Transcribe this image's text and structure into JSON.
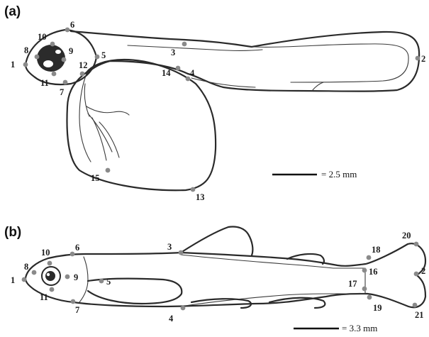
{
  "panels": [
    {
      "id": "a",
      "label": "(a)",
      "scale_bar_label": "= 2.5 mm",
      "landmarks": [
        {
          "id": "1",
          "label": "1"
        },
        {
          "id": "2",
          "label": "2"
        },
        {
          "id": "3",
          "label": "3"
        },
        {
          "id": "4",
          "label": "4"
        },
        {
          "id": "5",
          "label": "5"
        },
        {
          "id": "6",
          "label": "6"
        },
        {
          "id": "7",
          "label": "7"
        },
        {
          "id": "8",
          "label": "8"
        },
        {
          "id": "9",
          "label": "9"
        },
        {
          "id": "10",
          "label": "10"
        },
        {
          "id": "11",
          "label": "11"
        },
        {
          "id": "12",
          "label": "12"
        },
        {
          "id": "13",
          "label": "13"
        },
        {
          "id": "14",
          "label": "14"
        },
        {
          "id": "15",
          "label": "15"
        }
      ]
    },
    {
      "id": "b",
      "label": "(b)",
      "scale_bar_label": "= 3.3 mm",
      "landmarks": [
        {
          "id": "1",
          "label": "1"
        },
        {
          "id": "2",
          "label": "2"
        },
        {
          "id": "3",
          "label": "3"
        },
        {
          "id": "4",
          "label": "4"
        },
        {
          "id": "5",
          "label": "5"
        },
        {
          "id": "6",
          "label": "6"
        },
        {
          "id": "7",
          "label": "7"
        },
        {
          "id": "8",
          "label": "8"
        },
        {
          "id": "9",
          "label": "9"
        },
        {
          "id": "10",
          "label": "10"
        },
        {
          "id": "11",
          "label": "11"
        },
        {
          "id": "16",
          "label": "16"
        },
        {
          "id": "17",
          "label": "17"
        },
        {
          "id": "18",
          "label": "18"
        },
        {
          "id": "19",
          "label": "19"
        },
        {
          "id": "20",
          "label": "20"
        },
        {
          "id": "21",
          "label": "21"
        }
      ]
    }
  ],
  "colors": {
    "outline": "#2a2a2a",
    "landmark": "#8a8a8a",
    "eye": "#2b2b2b"
  }
}
